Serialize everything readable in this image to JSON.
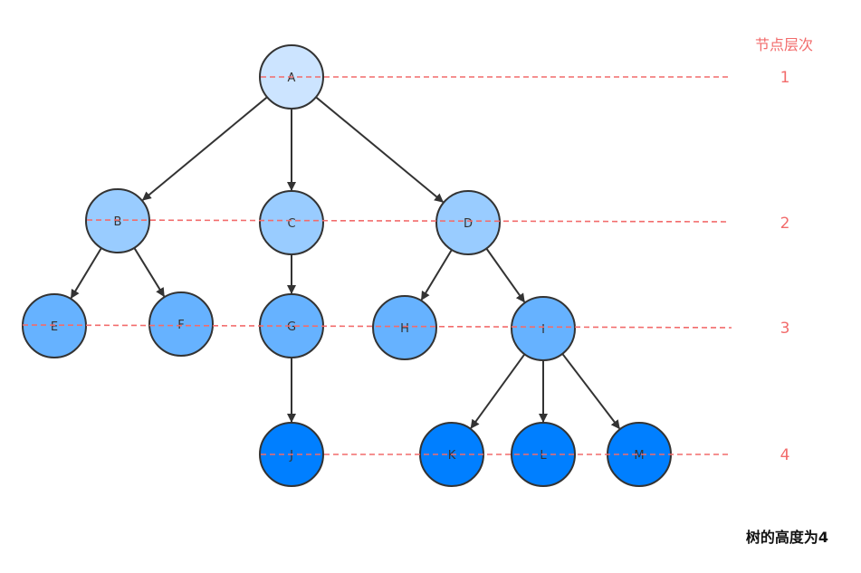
{
  "header": {
    "level_title": "节点层次"
  },
  "caption": "树的高度为4",
  "levels": [
    "1",
    "2",
    "3",
    "4"
  ],
  "nodes": [
    {
      "id": "A",
      "label": "A",
      "level": 1
    },
    {
      "id": "B",
      "label": "B",
      "level": 2
    },
    {
      "id": "C",
      "label": "C",
      "level": 2
    },
    {
      "id": "D",
      "label": "D",
      "level": 2
    },
    {
      "id": "E",
      "label": "E",
      "level": 3
    },
    {
      "id": "F",
      "label": "F",
      "level": 3
    },
    {
      "id": "G",
      "label": "G",
      "level": 3
    },
    {
      "id": "H",
      "label": "H",
      "level": 3
    },
    {
      "id": "I",
      "label": "I",
      "level": 3
    },
    {
      "id": "J",
      "label": "J",
      "level": 4
    },
    {
      "id": "K",
      "label": "K",
      "level": 4
    },
    {
      "id": "L",
      "label": "L",
      "level": 4
    },
    {
      "id": "M",
      "label": "M",
      "level": 4
    }
  ],
  "edges": [
    [
      "A",
      "B"
    ],
    [
      "A",
      "C"
    ],
    [
      "A",
      "D"
    ],
    [
      "B",
      "E"
    ],
    [
      "B",
      "F"
    ],
    [
      "C",
      "G"
    ],
    [
      "D",
      "H"
    ],
    [
      "D",
      "I"
    ],
    [
      "G",
      "J"
    ],
    [
      "I",
      "K"
    ],
    [
      "I",
      "L"
    ],
    [
      "I",
      "M"
    ]
  ],
  "colors": {
    "level_1": "#cce4ff",
    "level_2": "#99ccff",
    "level_3": "#66b2ff",
    "level_4": "#007fff",
    "stroke": "#333333",
    "dashed_line": "#f26b6b",
    "level_text": "#f26b6b"
  }
}
